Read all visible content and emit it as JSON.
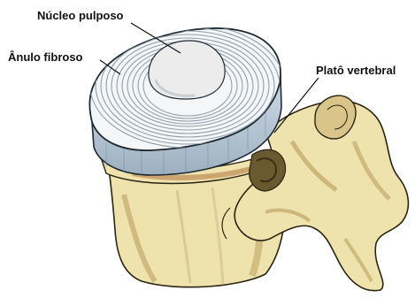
{
  "labels": {
    "nucleus": "Núcleo pulposo",
    "annulus": "Ânulo fibroso",
    "endplate": "Platô vertebral"
  },
  "colors": {
    "disc_outline": "#1f2a33",
    "disc_rings": "#8fa0ad",
    "disc_side": "#b9c8d6",
    "nucleus_fill": "#ececec",
    "bone_fill": "#efe3ad",
    "bone_shadow": "#b59a5a",
    "bone_outline": "#2a2410",
    "endplate_fill": "#c79a66",
    "leader": "#111111"
  }
}
